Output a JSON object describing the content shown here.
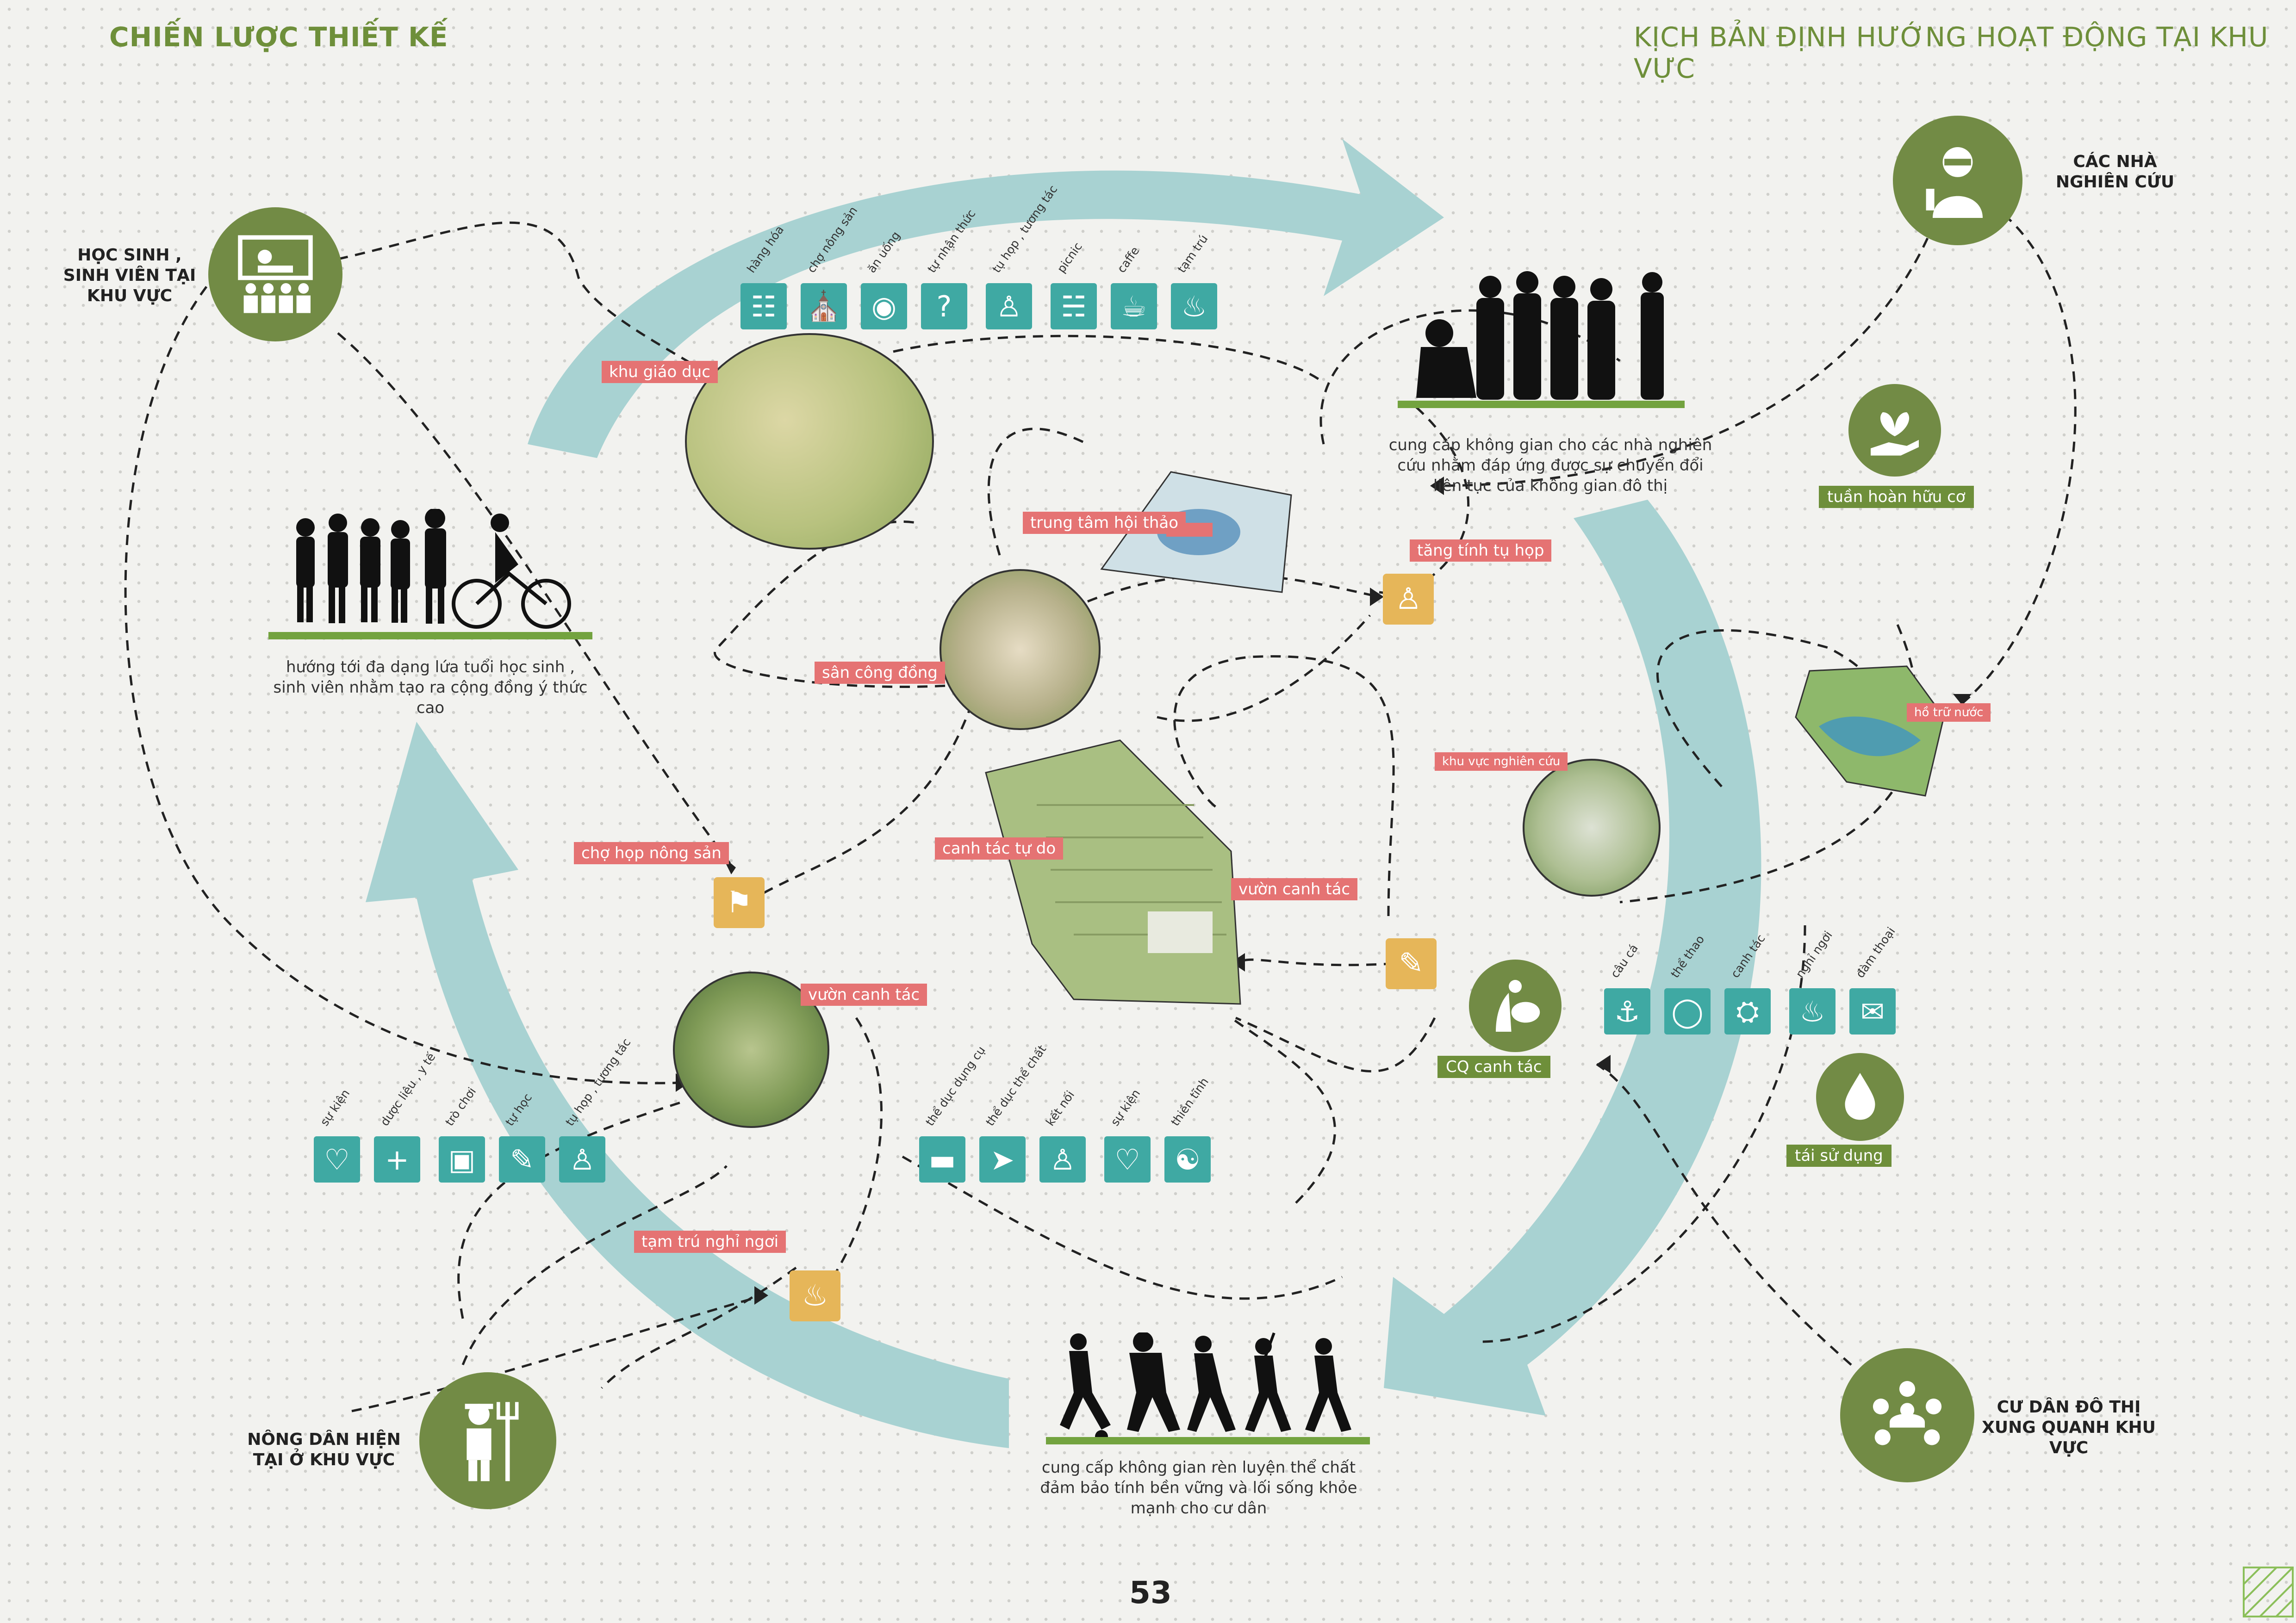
{
  "header": {
    "left_title": "CHIẾN LƯỢC THIẾT KẾ",
    "right_title": "KỊCH BẢN ĐỊNH HƯỚNG HOẠT ĐỘNG TẠI KHU VỰC"
  },
  "actors": {
    "students": "HỌC SINH , SINH VIÊN TẠI KHU VỰC",
    "researchers": "CÁC NHÀ NGHIÊN CỨU",
    "farmers": "NÔNG DÂN HIỆN TẠI Ở KHU VỰC",
    "residents": "CƯ DÂN ĐÔ THỊ XUNG QUANH KHU VỰC"
  },
  "captions": {
    "students": "hướng tới đa dạng lứa tuổi học sinh , sinh viên nhằm tạo ra cộng đồng ý thức cao",
    "researchers": "cung cấp không gian cho các nhà nghiên cứu nhằm đáp ứng được sự chuyển đổi liên tục của không gian đô thị",
    "sports": "cung cấp không gian rèn luyện thể chất đảm bảo tính bền vững và lối sống khỏe mạnh cho cư dân"
  },
  "top_activities": [
    "hàng hóa",
    "chợ nông sản",
    "ăn uống",
    "tự nhận thức",
    "tụ họp , tương tác",
    "picnic",
    "caffe",
    "tạm trú"
  ],
  "left_activities": [
    "sự kiện",
    "dược liệu , y tế",
    "trò chơi",
    "tự học",
    "tụ họp , tương tác"
  ],
  "center_activities": [
    "thể dục dụng cụ",
    "thể dục thể chất",
    "kết nối",
    "sự kiện",
    "thiền tĩnh"
  ],
  "right_activities": [
    "câu cá",
    "thể thao",
    "canh tác",
    "nghỉ ngơi",
    "đàm thoại"
  ],
  "zones": {
    "education": "khu giáo dục",
    "conference": "trung tâm hội thảo",
    "plaza": "sân công đồng",
    "market": "chợ họp nông sản",
    "free_farming": "canh tác tự do",
    "garden_center": "vườn canh tác",
    "garden_left": "vườn canh tác",
    "stay": "tạm trú nghỉ ngơi",
    "gathering": "tăng tính tụ họp",
    "lake": "hồ trữ nước",
    "research": "khu vực nghiên cứu"
  },
  "green_tags": {
    "organic": "tuần hoàn hữu cơ",
    "cq": "CQ canh tác",
    "reuse": "tái sử dụng"
  },
  "page_number": "53",
  "colors": {
    "accent_green": "#728b45",
    "title_green": "#6e8f3a",
    "teal_icon": "#3fa9a3",
    "teal_arrow": "#a8d2d2",
    "tag_red": "#e57373",
    "yellow_icon": "#e6b659"
  }
}
